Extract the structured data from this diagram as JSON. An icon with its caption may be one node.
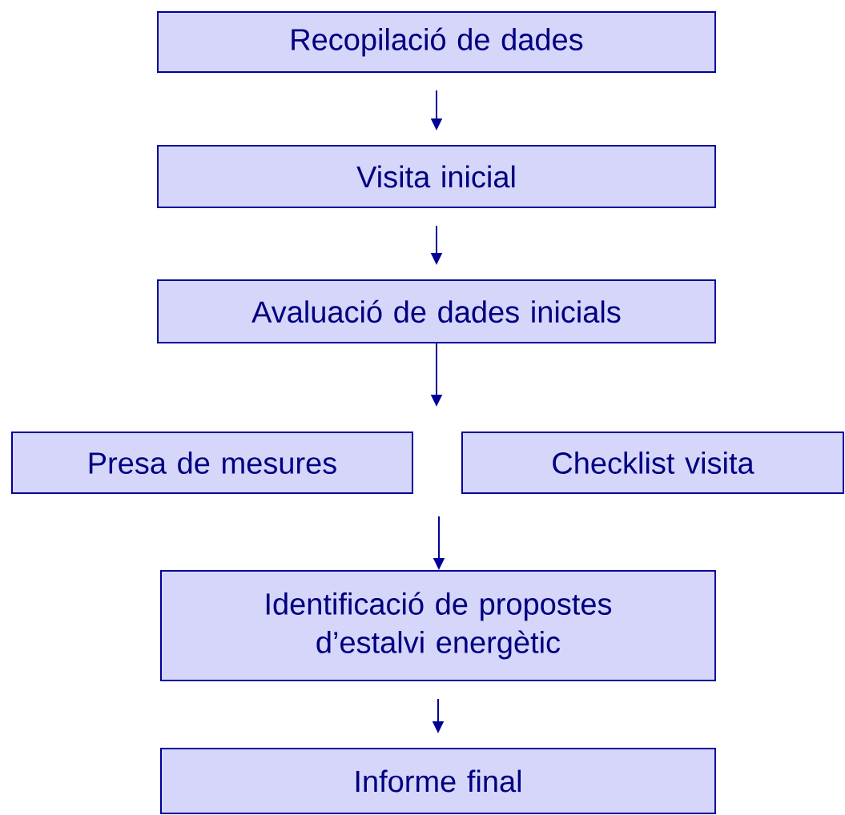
{
  "diagram": {
    "nodes": [
      {
        "text": [
          "Recopilació de dades"
        ]
      },
      {
        "text": [
          "Visita inicial"
        ]
      },
      {
        "text": [
          "Avaluació de dades inicials"
        ]
      },
      {
        "text": [
          "Presa de mesures"
        ]
      },
      {
        "text": [
          "Checklist visita"
        ]
      },
      {
        "text": [
          "Identificació de propostes d’estalvi energètic"
        ]
      },
      {
        "text": [
          "Informe final"
        ]
      }
    ],
    "edges": [
      {
        "from": 0,
        "to": 1,
        "arrow": "to"
      },
      {
        "from": 1,
        "to": 2,
        "arrow": "to"
      },
      {
        "from": 2,
        "to": null,
        "arrow": "to"
      },
      {
        "from": null,
        "to": 5,
        "arrow": "to"
      },
      {
        "from": 5,
        "to": 6,
        "arrow": "to"
      }
    ]
  }
}
